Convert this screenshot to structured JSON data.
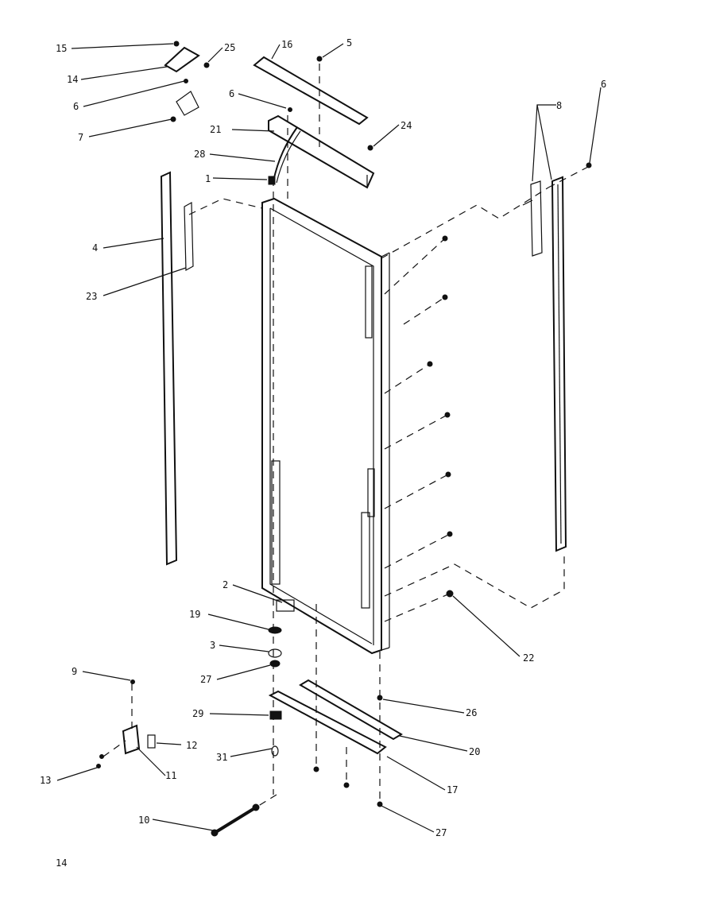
{
  "page_number": "14",
  "labels": {
    "l15": "15",
    "l14": "14",
    "l25": "25",
    "l16": "16",
    "l5": "5",
    "l6a": "6",
    "l6b": "6",
    "l6c": "6",
    "l7": "7",
    "l21": "21",
    "l24": "24",
    "l28": "28",
    "l1": "1",
    "l8": "8",
    "l4": "4",
    "l23": "23",
    "l2": "2",
    "l19": "19",
    "l3": "3",
    "l27a": "27",
    "l9": "9",
    "l29": "29",
    "l12": "12",
    "l31": "31",
    "l13": "13",
    "l11": "11",
    "l22": "22",
    "l26": "26",
    "l20": "20",
    "l17": "17",
    "l10": "10",
    "l27b": "27"
  }
}
